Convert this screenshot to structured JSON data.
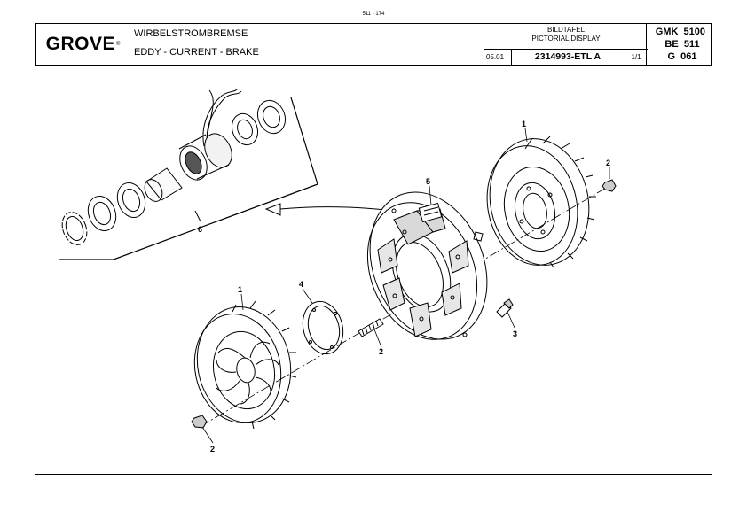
{
  "page_number": "511 - 174",
  "header": {
    "logo_text": "GROVE",
    "logo_mark": "®",
    "title_de": "WIRBELSTROMBREMSE",
    "title_en": "EDDY - CURRENT - BRAKE",
    "display_de": "BILDTAFEL",
    "display_en": "PICTORIAL DISPLAY",
    "date": "05.01",
    "part_number": "2314993-ETL A",
    "sheet": "1/1",
    "code_line1": "GMK  5100",
    "code_line2": "BE  511",
    "code_line3": "G  061"
  },
  "callouts": {
    "c1_top": "1",
    "c2_top": "2",
    "c5": "5",
    "c6": "6",
    "c1_bottom": "1",
    "c4": "4",
    "c2_mid": "2",
    "c3": "3",
    "c2_bottom": "2"
  }
}
